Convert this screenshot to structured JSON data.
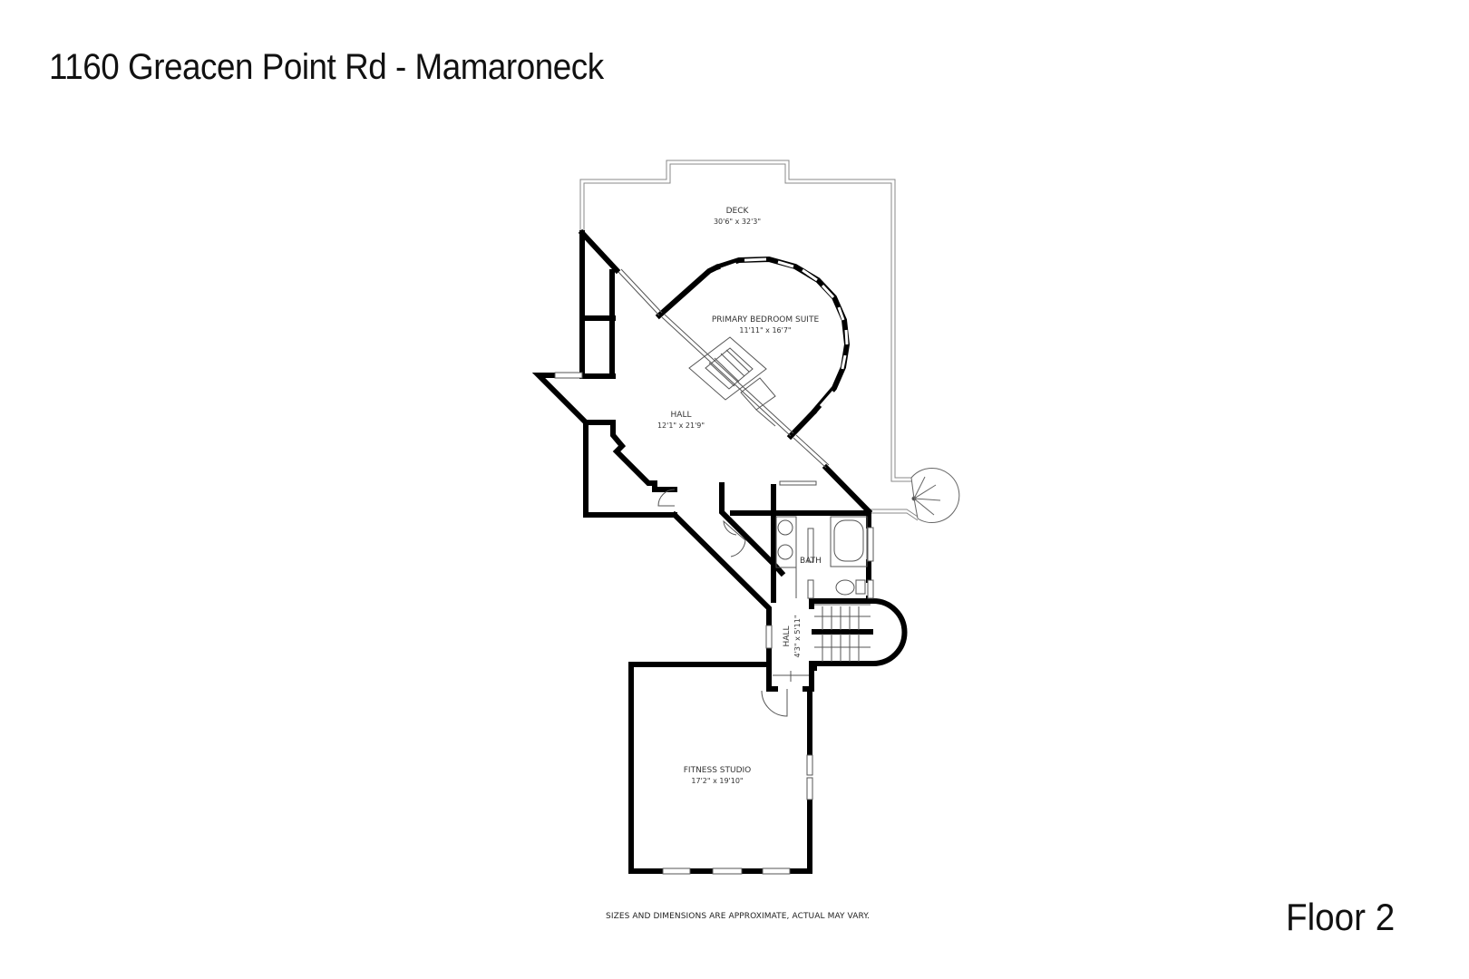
{
  "header": {
    "title": "1160 Greacen Point Rd - Mamaroneck"
  },
  "footer": {
    "disclaimer": "SIZES AND DIMENSIONS ARE APPROXIMATE, ACTUAL MAY VARY.",
    "floor_label": "Floor 2"
  },
  "rooms": [
    {
      "name": "DECK",
      "dimensions": "30'6\" x 32'3\""
    },
    {
      "name": "PRIMARY BEDROOM SUITE",
      "dimensions": "11'11\" x 16'7\""
    },
    {
      "name": "HALL",
      "dimensions": "12'1\" x 21'9\""
    },
    {
      "name": "BATH",
      "dimensions": ""
    },
    {
      "name": "HALL",
      "dimensions": "4'3\" x 5'11\""
    },
    {
      "name": "FITNESS STUDIO",
      "dimensions": "17'2\" x 19'10\""
    }
  ],
  "colors": {
    "wall": "#000000",
    "background": "#ffffff",
    "thin_line": "#777777"
  }
}
